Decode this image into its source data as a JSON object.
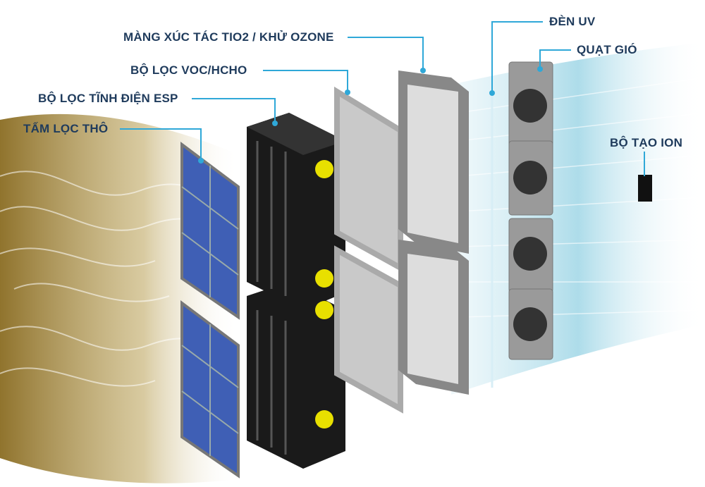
{
  "labels": {
    "tio2": "MÀNG XÚC TÁC TIO2 / KHỬ OZONE",
    "voc": "BỘ LỌC VOC/HCHO",
    "esp": "BỘ LỌC TĨNH ĐIỆN ESP",
    "prefilter": "TẤM LỌC THÔ",
    "uv": "ĐÈN UV",
    "fan": "QUẠT GIÓ",
    "ion": "BỘ TẠO ION"
  },
  "colors": {
    "text": "#1f3b5c",
    "leader": "#2fa8d8",
    "dirty_air": "#a88a3a",
    "clean_air": "#9fd6e6"
  }
}
